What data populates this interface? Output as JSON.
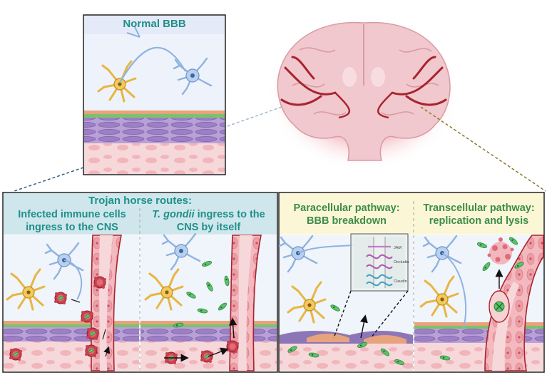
{
  "panels": {
    "normal": {
      "title": "Normal BBB"
    },
    "trojan": {
      "title": "Trojan horse routes:",
      "left_heading_line1": "Infected immune cells",
      "left_heading_line2": "ingress to the CNS",
      "right_heading_italic": "T. gondii",
      "right_heading_rest": " ingress to the",
      "right_heading_line2": "CNS by itself"
    },
    "paracellular": {
      "line1": "Paracellular pathway:",
      "line2": "BBB breakdown"
    },
    "transcellular": {
      "line1": "Transcellular pathway:",
      "line2": "replication and lysis"
    }
  },
  "junction_labels": {
    "jam": "JAM",
    "occludin": "Occludin",
    "claudin": "Claudin"
  },
  "colors": {
    "teal_text": "#1f8f8a",
    "trojan_header_bg": "#cfe7ec",
    "yellow_header_bg": "#fbf7d6",
    "normal_header_bg": "#e4eaf7",
    "brain_tissue": "#f0c8cd",
    "vessel": "#a8232e",
    "astrocyte": "#e8b640",
    "neuron": "#8fb3df",
    "parasite": "#5cc26a"
  },
  "icons": [
    "brain-icon",
    "neuron-icon",
    "astrocyte-icon",
    "parasite-icon",
    "immune-cell-icon",
    "red-blood-cell-icon",
    "tight-junction-icon"
  ]
}
